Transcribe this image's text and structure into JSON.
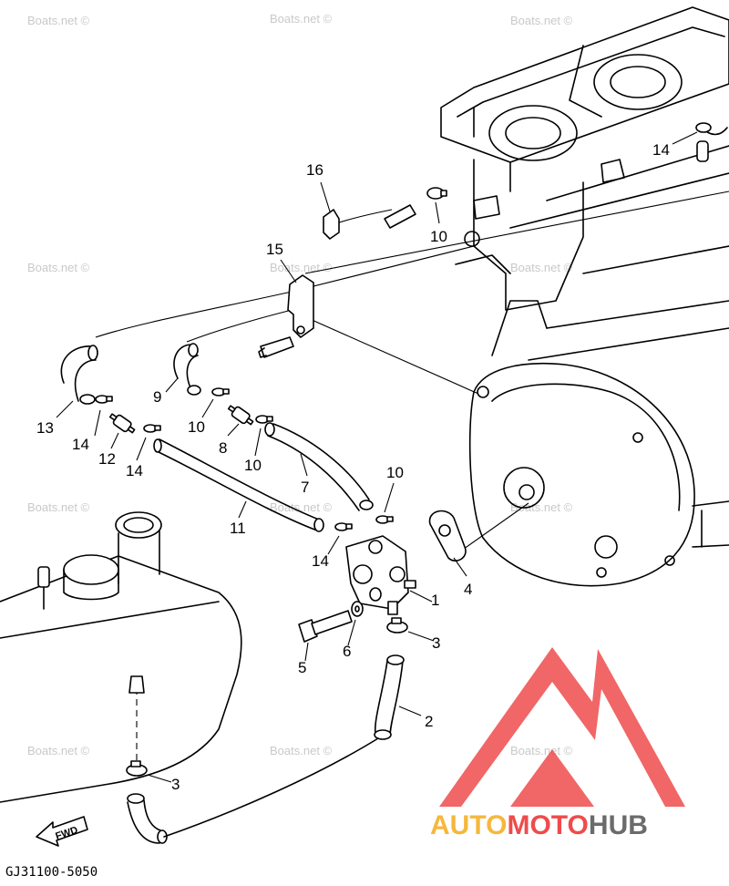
{
  "watermark": "Boats.net ©",
  "diagram_code": "GJ31100-5050",
  "fwd_label": "FWD",
  "logo": {
    "part1": "AUTO",
    "part2": "MOTO",
    "part3": "HUB",
    "color_red": "#ef4b4b",
    "color_gold": "#f6b73c",
    "color_gray": "#6b6b6b"
  },
  "callouts": [
    "1",
    "2",
    "3",
    "3",
    "4",
    "5",
    "6",
    "7",
    "8",
    "9",
    "10",
    "10",
    "10",
    "10",
    "11",
    "12",
    "13",
    "14",
    "14",
    "14",
    "14",
    "15",
    "16"
  ]
}
